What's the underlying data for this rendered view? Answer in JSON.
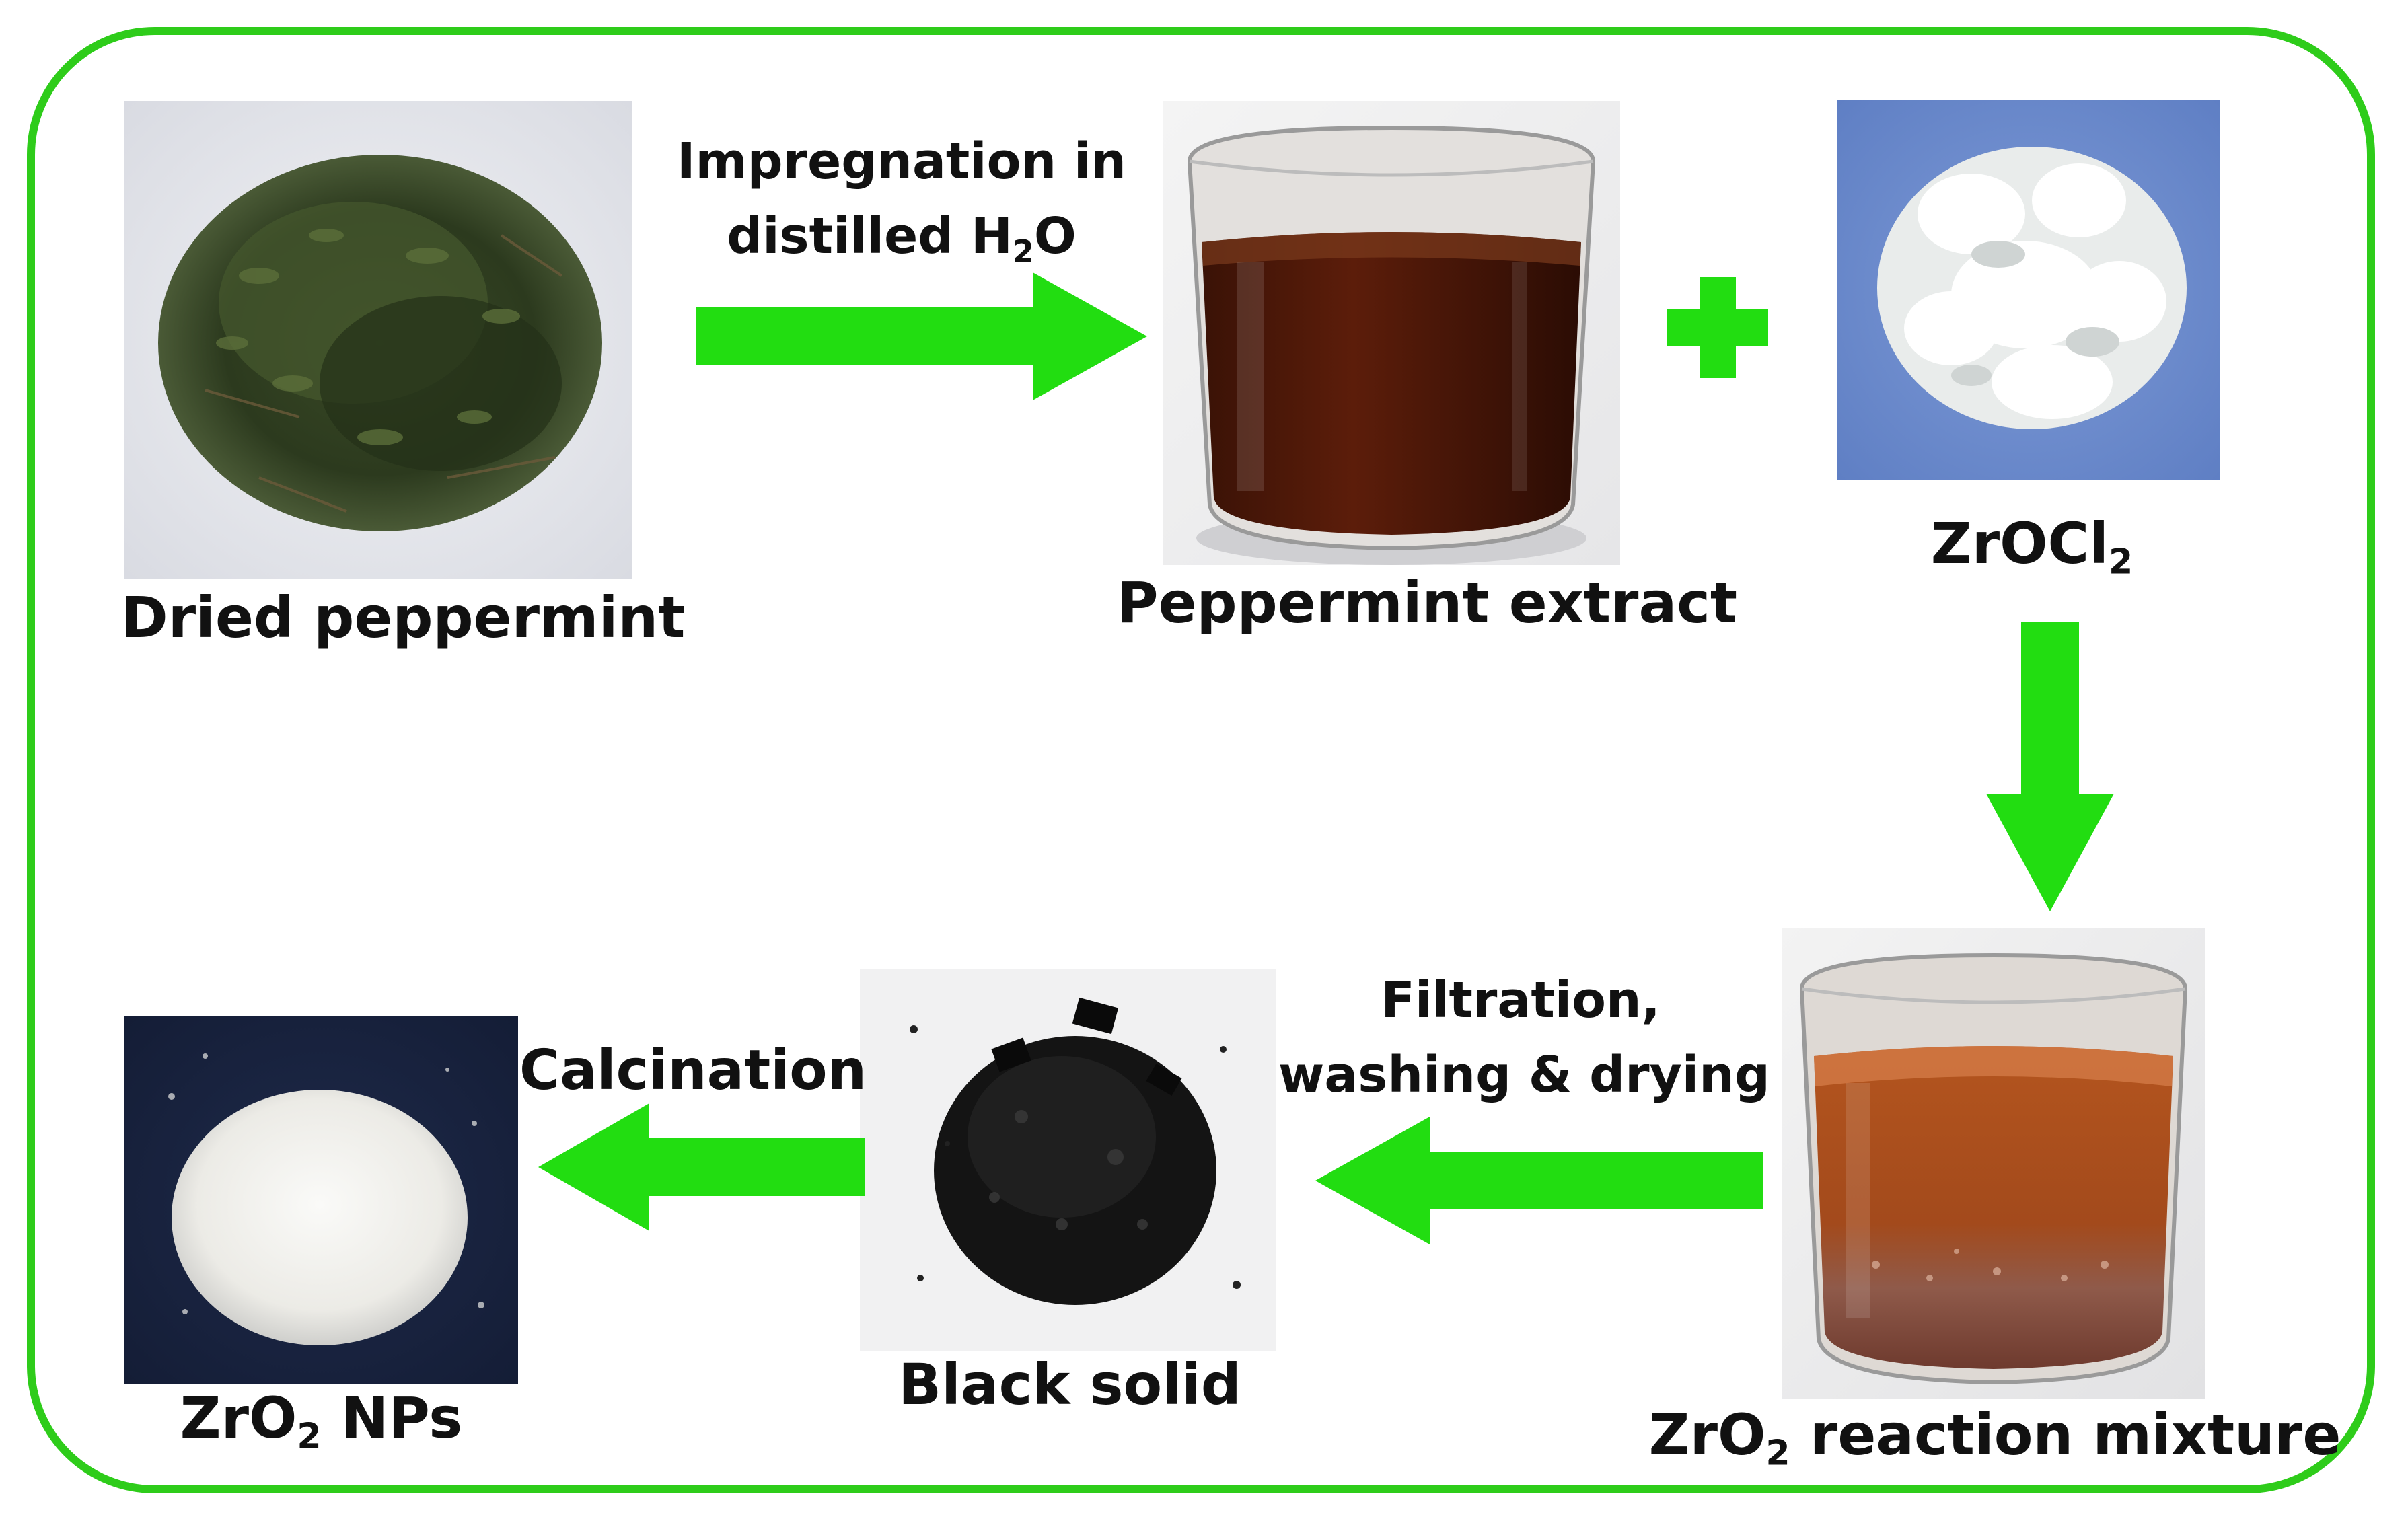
{
  "labels": {
    "dried_peppermint": "Dried peppermint",
    "peppermint_extract": "Peppermint extract",
    "zrocl_main": "ZrOCl",
    "zrocl_sub": "2",
    "reaction_prefix": "ZrO",
    "reaction_sub": "2",
    "reaction_suffix": " reaction mixture",
    "black_solid": "Black solid",
    "nps_prefix": "ZrO",
    "nps_sub": "2",
    "nps_suffix": " NPs"
  },
  "arrows": {
    "impregnation_line1": "Impregnation in",
    "impregnation_line2_prefix": "distilled H",
    "impregnation_sub": "2",
    "impregnation_line2_suffix": "O",
    "filtration_line1": "Filtration,",
    "filtration_line2": "washing & drying",
    "calcination": "Calcination"
  },
  "colors": {
    "accent_green": "#22dd11",
    "frame_green": "#2ecc1a"
  },
  "icons": {
    "plus": "plus-icon"
  }
}
